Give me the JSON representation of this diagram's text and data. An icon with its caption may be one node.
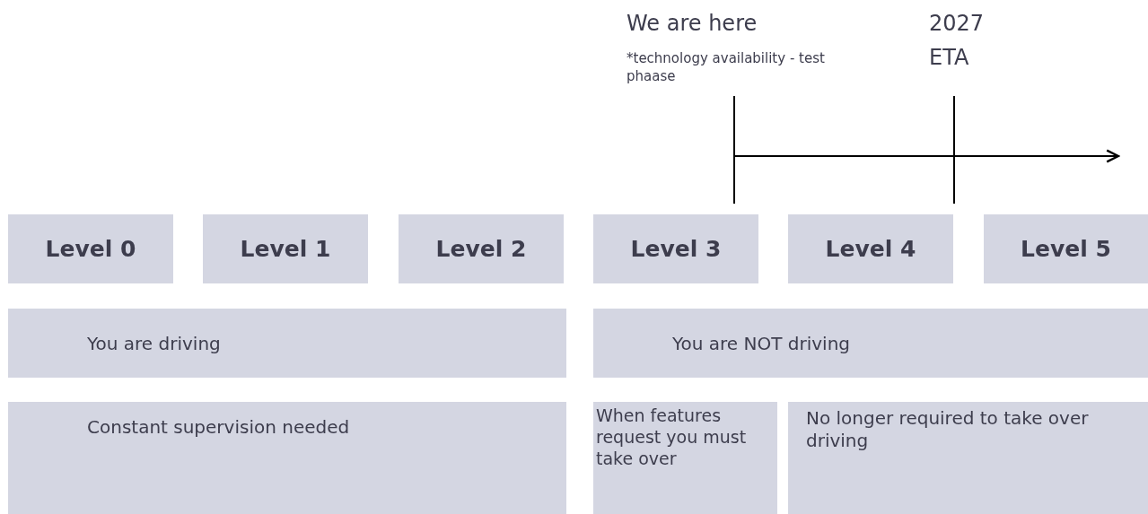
{
  "diagram": {
    "nodes": [
      {
        "text": [
          "Level 0"
        ]
      },
      {
        "text": [
          "Level 1"
        ]
      },
      {
        "text": [
          "Level 2"
        ]
      },
      {
        "text": [
          "Level 3"
        ]
      },
      {
        "text": [
          "Level 4"
        ]
      },
      {
        "text": [
          "Level 5"
        ]
      },
      {
        "text": [
          "You are driving"
        ]
      },
      {
        "text": [
          "You are NOT driving"
        ]
      },
      {
        "text": [
          "Constant supervision needed"
        ]
      },
      {
        "text": [
          "When features request you must take over"
        ]
      },
      {
        "text": [
          "No longer required to take over driving"
        ]
      }
    ],
    "labels": [
      "We are here",
      "*technology availability - test phaase",
      "2027",
      "ETA"
    ]
  }
}
